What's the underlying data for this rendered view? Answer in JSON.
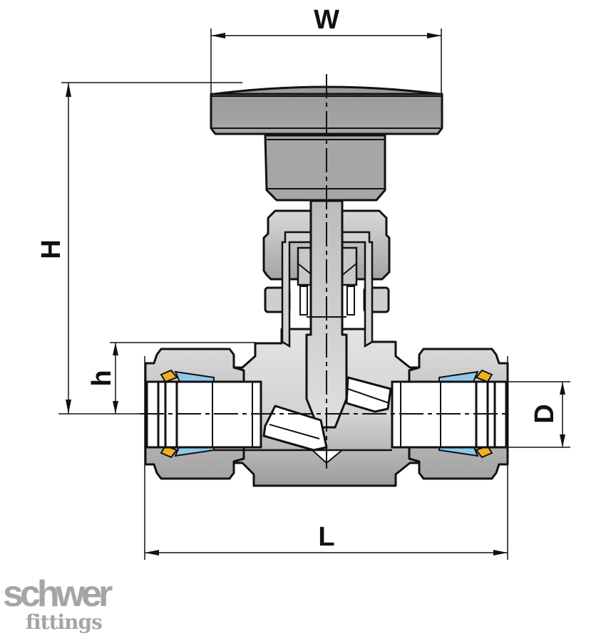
{
  "figure": {
    "type": "technical-drawing",
    "subject": "Needle valve with compression fittings (cross-section)",
    "colors": {
      "outline": "#111111",
      "body_light": "#dcdcdc",
      "body_dark": "#9a9a9a",
      "handle": "#a0a0a0",
      "ferrule_front": "#8fc8ec",
      "ferrule_back": "#f0b020",
      "background": "#ffffff"
    }
  },
  "dimensions": {
    "W": {
      "label": "W",
      "orientation": "horizontal",
      "description": "handle width"
    },
    "H": {
      "label": "H",
      "orientation": "vertical",
      "description": "overall height from centerline to handle top"
    },
    "h": {
      "label": "h",
      "orientation": "vertical",
      "description": "body height from centerline"
    },
    "D": {
      "label": "D",
      "orientation": "vertical",
      "description": "tube outer diameter"
    },
    "L": {
      "label": "L",
      "orientation": "horizontal",
      "description": "overall length"
    }
  },
  "logo": {
    "brand": "schwer",
    "sub": "fittings"
  }
}
